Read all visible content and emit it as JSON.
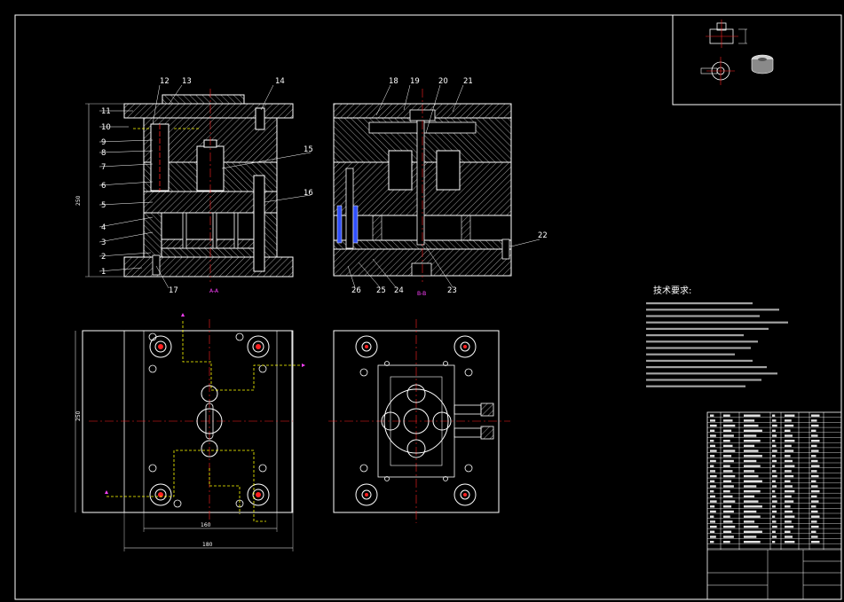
{
  "drawing": {
    "part_labels": [
      "1",
      "2",
      "3",
      "4",
      "5",
      "6",
      "7",
      "8",
      "9",
      "10",
      "11",
      "12",
      "13",
      "14",
      "15",
      "16",
      "17",
      "18",
      "19",
      "20",
      "21",
      "22",
      "23",
      "24",
      "25",
      "26"
    ],
    "section_labels": [
      "A-A",
      "B-B"
    ],
    "dimensions": [
      "160",
      "180",
      "250",
      "250"
    ],
    "tech_requirements": {
      "title": "技术要求:"
    },
    "colors": {
      "background": "#000000",
      "outline": "#ffffff",
      "hatch": "#bfbfbf",
      "centerline": "#ff2020",
      "hidden": "#ffff00",
      "section_mark": "#ff40ff",
      "pin": "#4060ff"
    }
  }
}
